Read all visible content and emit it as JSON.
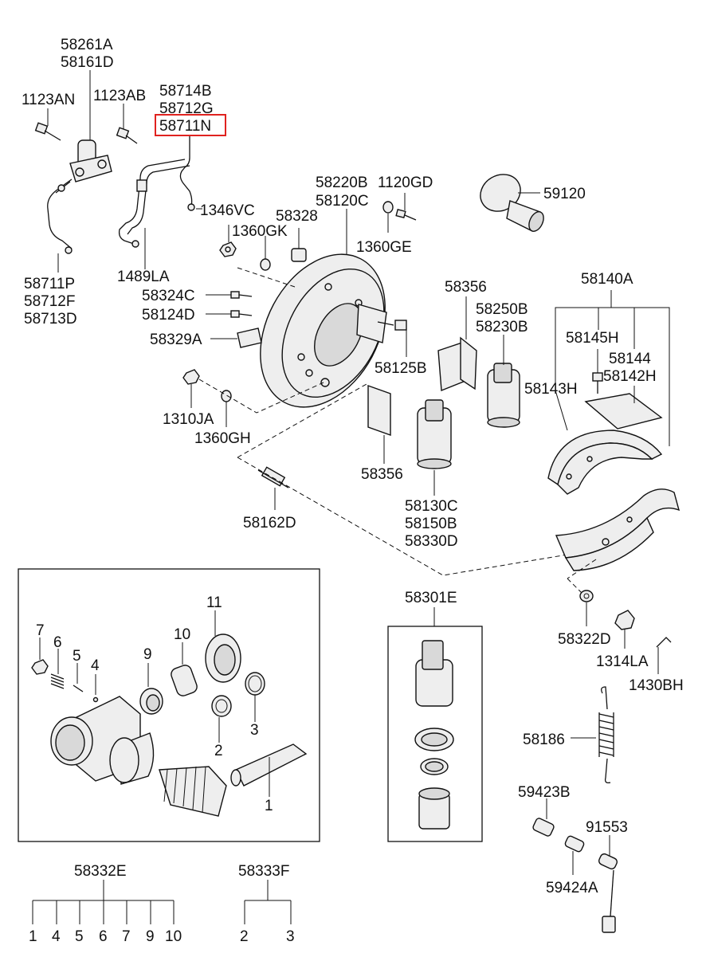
{
  "parts": {
    "p58261A": "58261A",
    "p58161D": "58161D",
    "p1123AN": "1123AN",
    "p1123AB": "1123AB",
    "p58714B": "58714B",
    "p58712G": "58712G",
    "p58711N": "58711N",
    "p1346VC": "1346VC",
    "p58328": "58328",
    "p1360GK": "1360GK",
    "p58220B": "58220B",
    "p58120C": "58120C",
    "p1120GD": "1120GD",
    "p1360GE": "1360GE",
    "p59120": "59120",
    "p58711P": "58711P",
    "p58712F": "58712F",
    "p58713D": "58713D",
    "p1489LA": "1489LA",
    "p58324C": "58324C",
    "p58124D": "58124D",
    "p58329A": "58329A",
    "p58356a": "58356",
    "p58250B": "58250B",
    "p58230B": "58230B",
    "p58140A": "58140A",
    "p58145H": "58145H",
    "p58144": "58144",
    "p58142H": "58142H",
    "p58143H": "58143H",
    "p58125B": "58125B",
    "p1310JA": "1310JA",
    "p1360GH": "1360GH",
    "p58356b": "58356",
    "p58130C": "58130C",
    "p58150B": "58150B",
    "p58330D": "58330D",
    "p58162D": "58162D",
    "p58301E": "58301E",
    "p58322D": "58322D",
    "p1314LA": "1314LA",
    "p1430BH": "1430BH",
    "p58186": "58186",
    "p59423B": "59423B",
    "p91553": "91553",
    "p59424A": "59424A",
    "k1": "1",
    "k2": "2",
    "k3": "3",
    "k4": "4",
    "k5": "5",
    "k6": "6",
    "k7": "7",
    "k9": "9",
    "k10": "10",
    "k11": "11"
  },
  "kits": {
    "kitA": {
      "code": "58332E",
      "items": [
        "1",
        "4",
        "5",
        "6",
        "7",
        "9",
        "10"
      ]
    },
    "kitB": {
      "code": "58333F",
      "items": [
        "2",
        "3"
      ]
    }
  },
  "highlight": {
    "part": "58711N",
    "color": "#e0221f"
  }
}
